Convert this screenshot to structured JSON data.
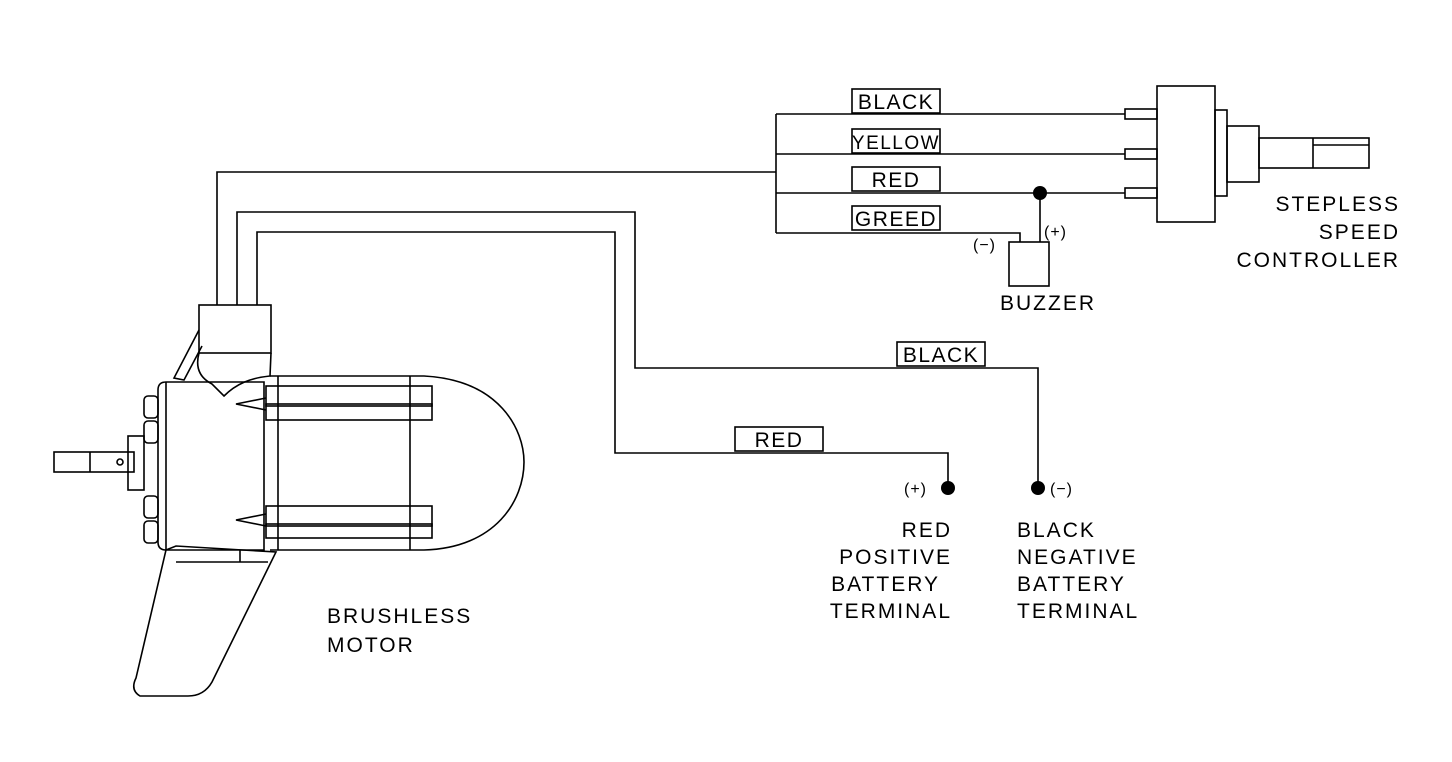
{
  "diagram": {
    "colors": {
      "line": "#000000",
      "background": "#ffffff"
    },
    "wire_tags": {
      "controller_black": "BLACK",
      "controller_yellow": "YELLOW",
      "controller_red": "RED",
      "controller_green": "GREED",
      "battery_black": "BLACK",
      "battery_red": "RED"
    },
    "buzzer": {
      "label": "BUZZER",
      "negative": "(−)",
      "positive": "(+)"
    },
    "controller": {
      "label_lines": [
        "STEPLESS",
        "SPEED",
        "CONTROLLER"
      ]
    },
    "motor": {
      "label_lines": [
        "BRUSHLESS",
        "MOTOR"
      ]
    },
    "positive_terminal": {
      "polarity": "(+)",
      "label_lines": [
        "RED",
        "POSITIVE",
        "BATTERY",
        "TERMINAL"
      ]
    },
    "negative_terminal": {
      "polarity": "(−)",
      "label_lines": [
        "BLACK",
        "NEGATIVE",
        "BATTERY",
        "TERMINAL"
      ]
    }
  }
}
